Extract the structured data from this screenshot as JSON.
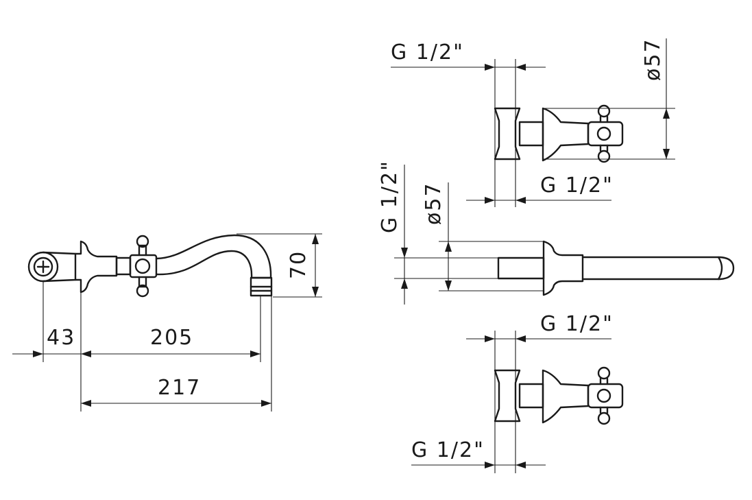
{
  "dimensions": {
    "d43": "43",
    "d205": "205",
    "d217": "217",
    "d70": "70",
    "thread_top": "G 1/2\"",
    "dia_top": "ø57",
    "thread_top_lower": "G 1/2\"",
    "thread_side": "G 1/2\"",
    "dia_side": "ø57",
    "thread_bottom_upper": "G 1/2\"",
    "thread_bottom_lower": "G 1/2\""
  }
}
